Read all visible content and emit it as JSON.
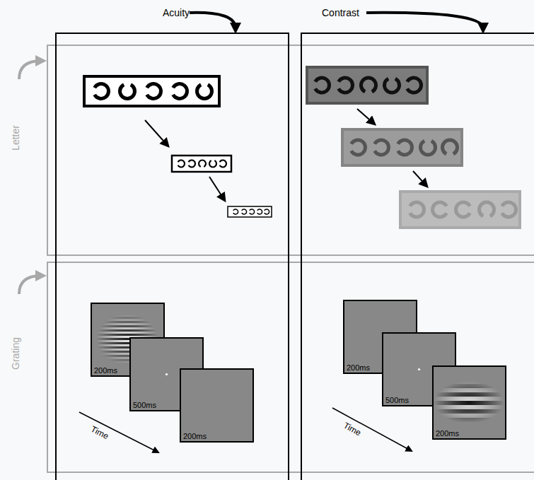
{
  "diagram": {
    "nodes": [
      {
        "text": [
          "Acuity"
        ]
      },
      {
        "text": [
          "200ms"
        ],
        "in": 0
      },
      {
        "text": [
          "500ms"
        ],
        "in": 0
      },
      {
        "text": [
          "200ms"
        ],
        "in": 0
      },
      {
        "text": [
          "Contrast"
        ]
      },
      {
        "text": [
          "200ms"
        ],
        "in": 4
      },
      {
        "text": [
          "500ms"
        ],
        "in": 4
      },
      {
        "text": [
          "200ms"
        ],
        "in": 4
      }
    ],
    "labels": [
      "Letter",
      "Grating",
      "Time",
      "Time"
    ]
  }
}
